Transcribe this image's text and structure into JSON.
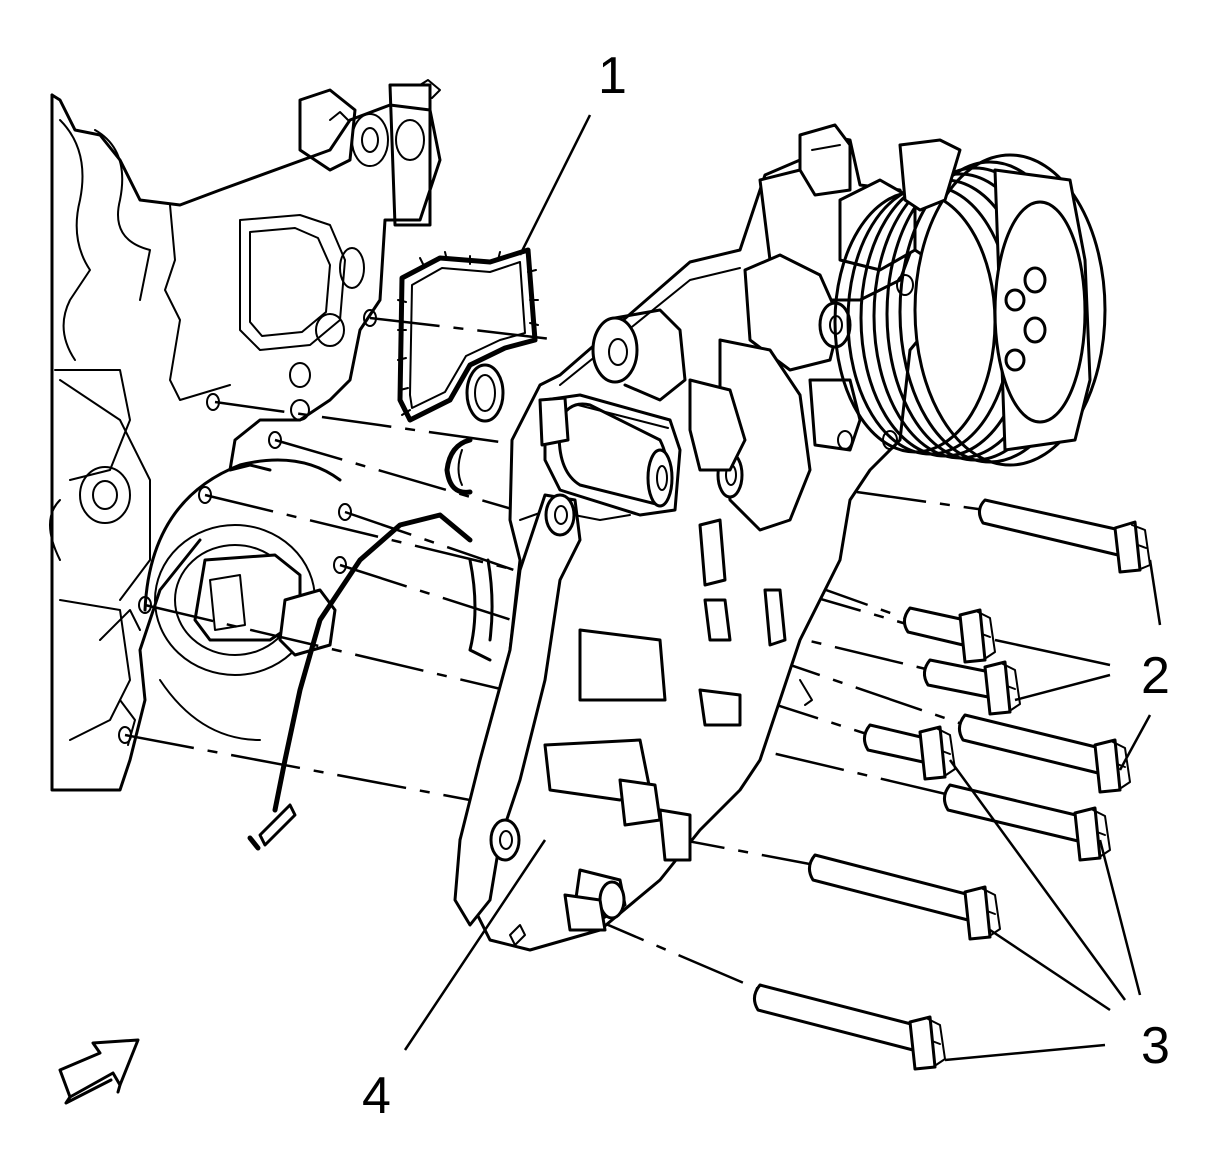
{
  "callouts": {
    "c1": "1",
    "c2": "2",
    "c3": "3",
    "c4": "4"
  },
  "icons": {
    "view_arrow": "view-direction-arrow-icon"
  }
}
